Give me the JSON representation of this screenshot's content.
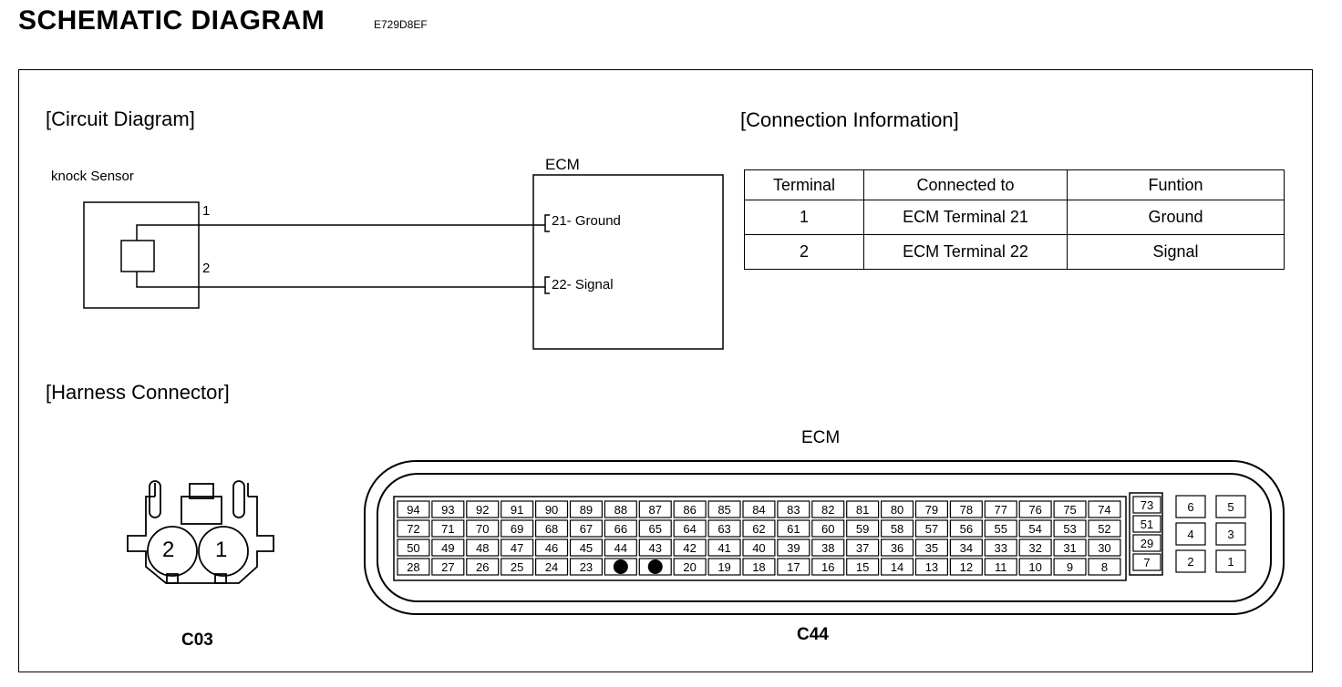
{
  "header": {
    "title": "SCHEMATIC DIAGRAM",
    "code": "E729D8EF"
  },
  "circuit": {
    "heading": "[Circuit Diagram]",
    "sensor_label": "knock Sensor",
    "ecm_label": "ECM",
    "pin1": "1",
    "pin2": "2",
    "ecm_pin1": "21- Ground",
    "ecm_pin2": "22- Signal"
  },
  "connection": {
    "heading": "[Connection Information]",
    "headers": [
      "Terminal",
      "Connected to",
      "Funtion"
    ],
    "rows": [
      [
        "1",
        "ECM Terminal 21",
        "Ground"
      ],
      [
        "2",
        "ECM Terminal 22",
        "Signal"
      ]
    ]
  },
  "harness": {
    "heading": "[Harness Connector]",
    "c03_label": "C03",
    "c03_pins": [
      "2",
      "1"
    ],
    "ecm_label": "ECM",
    "c44_label": "C44",
    "c44_rows": [
      [
        "94",
        "93",
        "92",
        "91",
        "90",
        "89",
        "88",
        "87",
        "86",
        "85",
        "84",
        "83",
        "82",
        "81",
        "80",
        "79",
        "78",
        "77",
        "76",
        "75",
        "74"
      ],
      [
        "72",
        "71",
        "70",
        "69",
        "68",
        "67",
        "66",
        "65",
        "64",
        "63",
        "62",
        "61",
        "60",
        "59",
        "58",
        "57",
        "56",
        "55",
        "54",
        "53",
        "52"
      ],
      [
        "50",
        "49",
        "48",
        "47",
        "46",
        "45",
        "44",
        "43",
        "42",
        "41",
        "40",
        "39",
        "38",
        "37",
        "36",
        "35",
        "34",
        "33",
        "32",
        "31",
        "30"
      ],
      [
        "28",
        "27",
        "26",
        "25",
        "24",
        "23",
        "",
        "",
        "20",
        "19",
        "18",
        "17",
        "16",
        "15",
        "14",
        "13",
        "12",
        "11",
        "10",
        "9",
        "8"
      ]
    ],
    "c44_mid_column": [
      "73",
      "51",
      "29",
      "7"
    ],
    "c44_right_block": [
      [
        "6",
        "5"
      ],
      [
        "4",
        "3"
      ],
      [
        "2",
        "1"
      ]
    ],
    "c44_used_pins": [
      "21",
      "22"
    ]
  }
}
